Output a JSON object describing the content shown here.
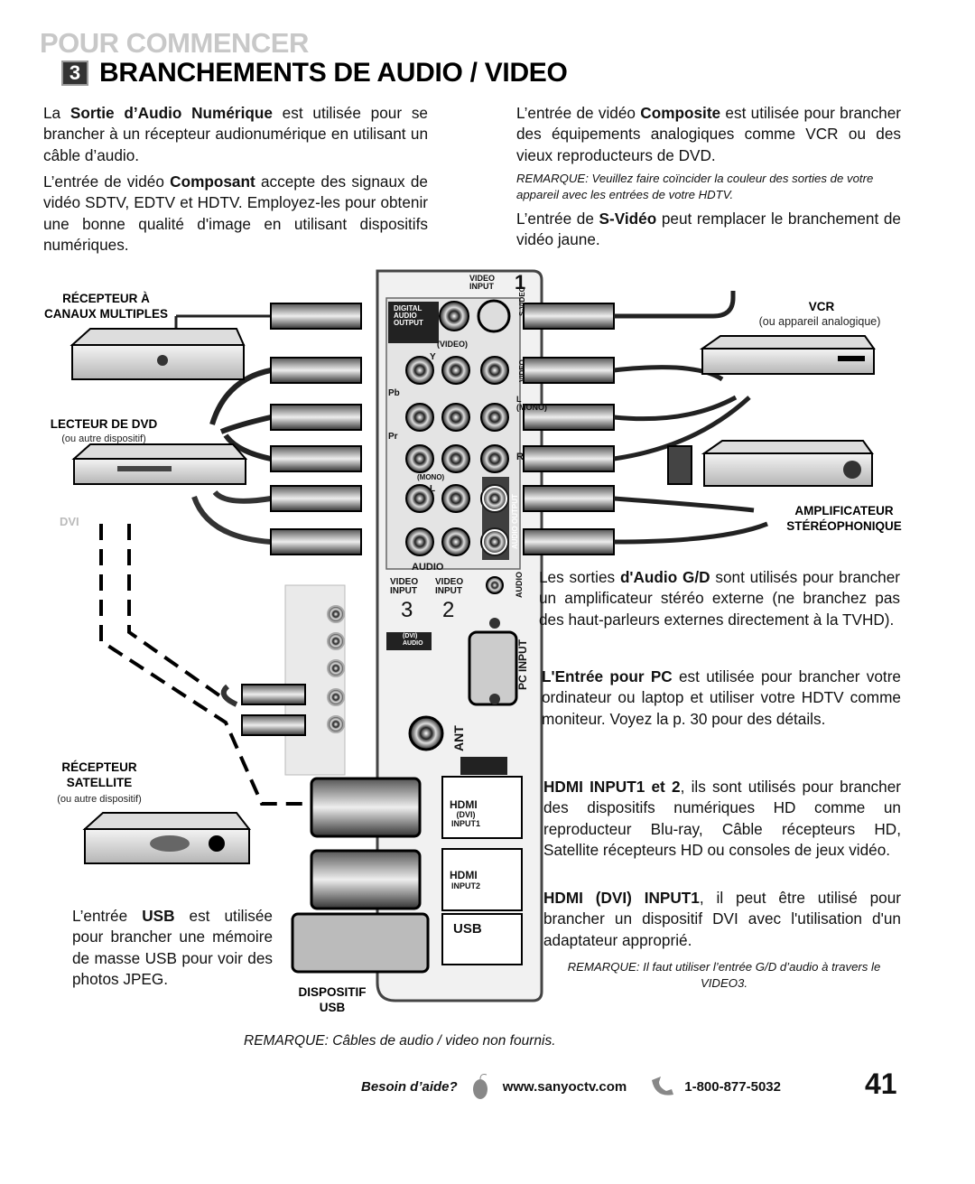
{
  "header": {
    "section": "POUR COMMENCER",
    "step_number": "3",
    "title": "BRANCHEMENTS DE AUDIO / VIDEO"
  },
  "left_col": {
    "p1_pre": "La ",
    "p1_bold": "Sortie d’Audio Numérique",
    "p1_post": " est utilisée pour se brancher à un récepteur audionumérique en utilisant un câble d’audio.",
    "p2_pre": "L’entrée de vidéo ",
    "p2_bold": "Composant",
    "p2_post": " accepte des signaux de vidéo SDTV, EDTV et HDTV. Employez-les pour obtenir une bonne qualité d'image en utilisant dispositifs numériques."
  },
  "right_col": {
    "p1_pre": "L’entrée de vidéo ",
    "p1_bold": "Composite",
    "p1_post": " est utilisée pour brancher des équipements analogiques comme VCR ou des vieux reproducteurs de DVD.",
    "note1_label": "REMARQUE",
    "note1_text": ": Veuillez faire coïncider la couleur des sorties de votre appareil avec les entrées de votre HDTV.",
    "p2_pre": "L’entrée de ",
    "p2_bold": "S-Vidéo",
    "p2_post": " peut remplacer le branchement de vidéo jaune."
  },
  "devices": {
    "receiver_multi": "RÉCEPTEUR À\nCANAUX MULTIPLES",
    "dvd": "LECTEUR DE DVD",
    "dvd_sub": "(ou autre dispositif)",
    "dvi_label": "DVI",
    "satellite": "RÉCEPTEUR\nSATELLITE",
    "satellite_sub": "(ou autre dispositif)",
    "vcr": "VCR",
    "vcr_sub": "(ou appareil analogique)",
    "amp": "AMPLIFICATEUR\nSTÉRÉOPHONIQUE",
    "usb_device": "DISPOSITIF\nUSB"
  },
  "panel": {
    "video_input_1": "VIDEO\nINPUT",
    "num1": "1",
    "digital_audio": "DIGITAL\nAUDIO\nOUTPUT",
    "svideo": "S-VIDEO",
    "video_tag": "(VIDEO)",
    "y": "Y",
    "pb": "Pb",
    "pr": "Pr",
    "video": "VIDEO",
    "l_mono": "L\n(MONO)",
    "r": "R",
    "mono": "(MONO)",
    "l": "L",
    "audio": "AUDIO",
    "audio_output": "AUDIO OUTPUT",
    "video_input_3": "VIDEO\nINPUT",
    "num3": "3",
    "video_input_2": "VIDEO\nINPUT",
    "num2": "2",
    "audio_vert": "AUDIO",
    "dvi_audio": "(DVI)\nAUDIO",
    "pc_input": "PC INPUT",
    "ant": "ANT",
    "hdmi": "HDMI",
    "hdmi1_sub": "(DVI)\nINPUT1",
    "hdmi2_sub": "INPUT2",
    "usb": "USB"
  },
  "right_lower": {
    "p3_pre": "Les sorties ",
    "p3_bold": "d'Audio G/D",
    "p3_post": " sont utilisés pour brancher un amplificateur stéréo externe (ne branchez pas des haut-parleurs externes directement à la TVHD).",
    "p4_bold": "L'Entrée pour PC",
    "p4_post": " est utilisée pour brancher votre ordinateur ou laptop et utiliser votre HDTV comme moniteur. Voyez la p. 30 pour des détails.",
    "p5_bold": "HDMI INPUT1 et 2",
    "p5_post": ", ils sont utilisés pour brancher des dispositifs numériques HD comme un reproducteur Blu-ray, Câble récepteurs HD, Satellite récepteurs HD ou consoles de jeux vidéo.",
    "p6_bold": "HDMI (DVI) INPUT1",
    "p6_post": ", il peut être utilisé pour brancher un dispositif DVI avec l'utilisation d'un adaptateur approprié.",
    "note2_label": "REMARQUE",
    "note2_text": ": Il faut utiliser l’entrée G/D d’audio à travers le VIDEO3."
  },
  "usb_text": {
    "pre": "L’entrée ",
    "bold": "USB",
    "post": " est utilisée pour brancher une mémoire de masse USB pour voir des photos JPEG."
  },
  "bottom_note": {
    "label": "REMARQUE",
    "text": ": Câbles de audio / video non fournis."
  },
  "footer": {
    "help": "Besoin d’aide?",
    "website": "www.sanyoctv.com",
    "phone": "1-800-877-5032",
    "page": "41"
  }
}
